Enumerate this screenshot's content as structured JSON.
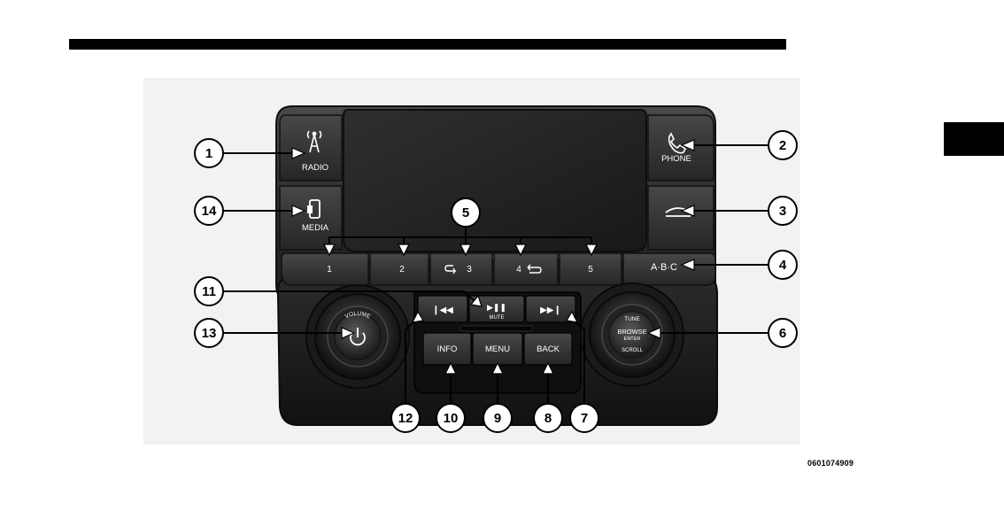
{
  "figure_id": "0601074909",
  "buttons": {
    "radio": "RADIO",
    "phone": "PHONE",
    "media": "MEDIA",
    "abc": "A·B·C",
    "preset_1": "1",
    "preset_2": "2",
    "preset_3": "3",
    "preset_4": "4",
    "preset_5": "5",
    "play_pause_glyph": "▶❚❚",
    "mute": "MUTE",
    "prev_glyph": "❙◀◀",
    "next_glyph": "▶▶❙",
    "info": "INFO",
    "menu": "MENU",
    "back": "BACK"
  },
  "knobs": {
    "volume": "VOLUME",
    "tune": "TUNE",
    "browse": "BROWSE",
    "enter": "ENTER",
    "scroll": "SCROLL"
  },
  "callouts": [
    "1",
    "2",
    "3",
    "4",
    "5",
    "6",
    "7",
    "8",
    "9",
    "10",
    "11",
    "12",
    "13",
    "14"
  ],
  "icons": {
    "radio": "antenna-icon",
    "phone": "phone-icon",
    "hangup": "hang-up-icon",
    "media": "media-device-icon",
    "volume": "power-icon",
    "shuffle": "shuffle-icon",
    "repeat": "repeat-icon"
  }
}
